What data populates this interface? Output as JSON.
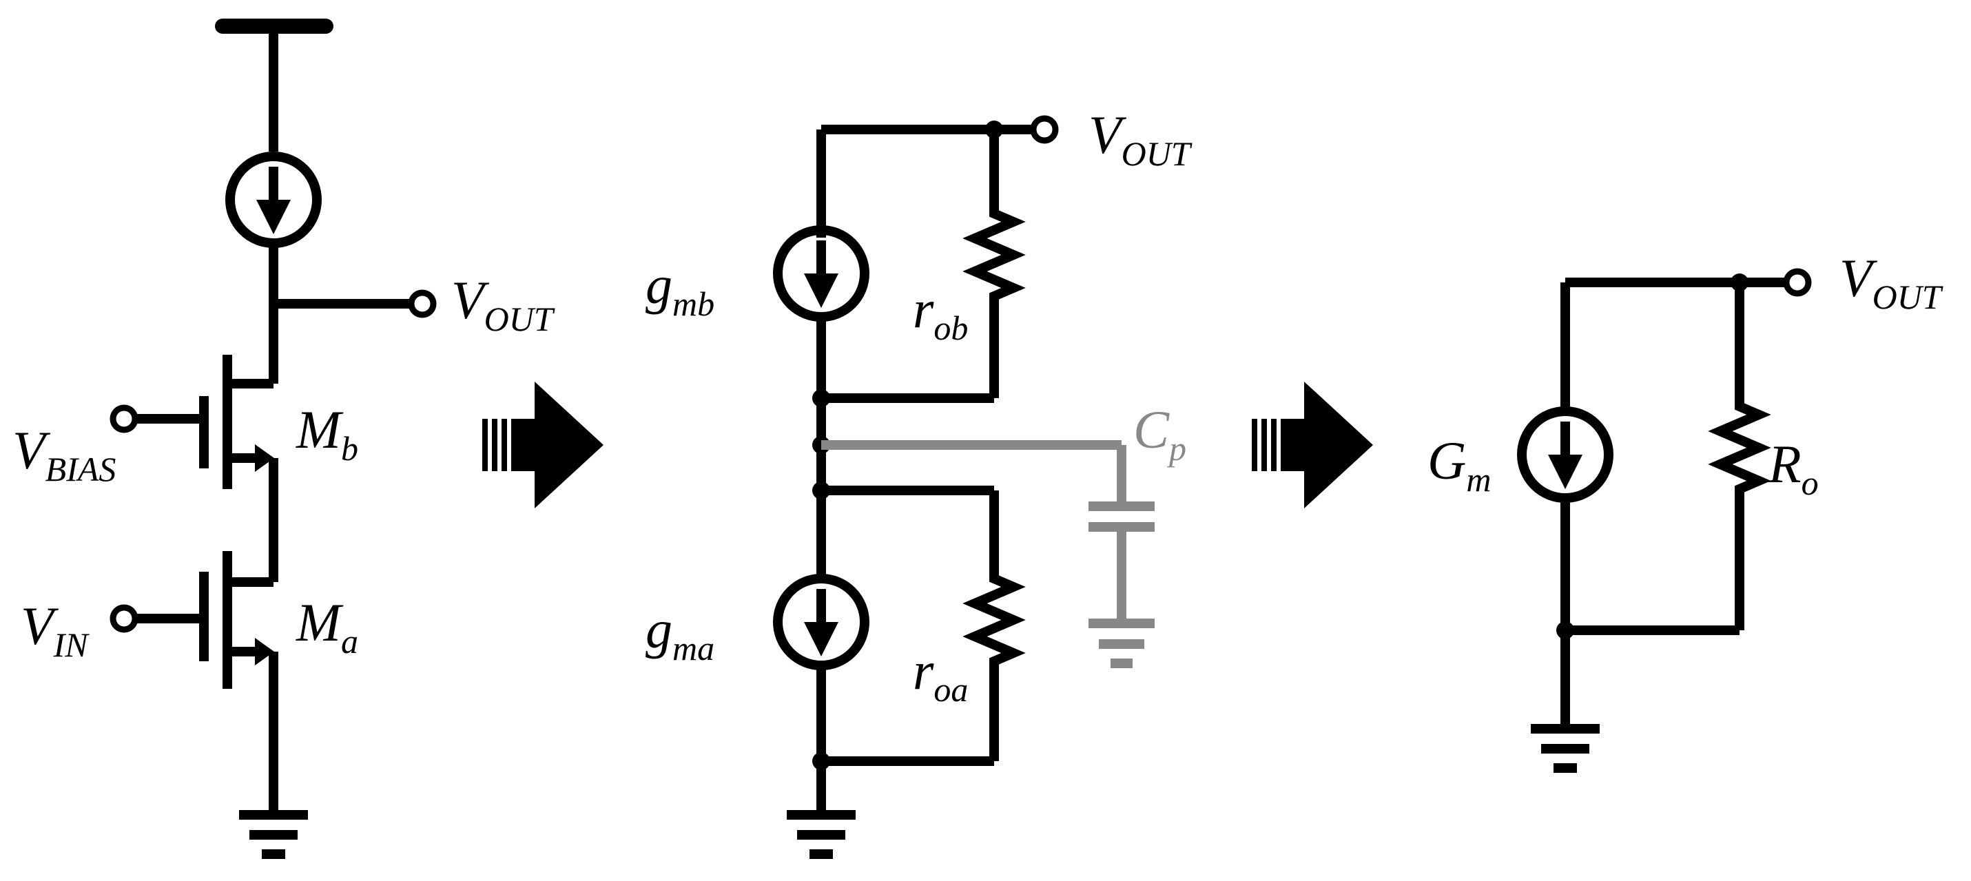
{
  "colors": {
    "wire": "#000000",
    "parasitic": "#888888",
    "background": "#ffffff"
  },
  "icons": [
    "current-source-icon",
    "resistor-icon",
    "nmos-transistor-icon",
    "ground-icon",
    "capacitor-icon",
    "arrow-right-icon"
  ],
  "stage1": {
    "vout": {
      "main": "V",
      "sub": "OUT"
    },
    "vbias": {
      "main": "V",
      "sub": "BIAS"
    },
    "vin": {
      "main": "V",
      "sub": "IN"
    },
    "mb": {
      "main": "M",
      "sub": "b"
    },
    "ma": {
      "main": "M",
      "sub": "a"
    }
  },
  "stage2": {
    "vout": {
      "main": "V",
      "sub": "OUT"
    },
    "gmb": {
      "main": "g",
      "sub": "mb"
    },
    "rob": {
      "main": "r",
      "sub": "ob"
    },
    "gma": {
      "main": "g",
      "sub": "ma"
    },
    "roa": {
      "main": "r",
      "sub": "oa"
    },
    "cp": {
      "main": "C",
      "sub": "p"
    }
  },
  "stage3": {
    "vout": {
      "main": "V",
      "sub": "OUT"
    },
    "gm": {
      "main": "G",
      "sub": "m"
    },
    "ro": {
      "main": "R",
      "sub": "o"
    }
  }
}
